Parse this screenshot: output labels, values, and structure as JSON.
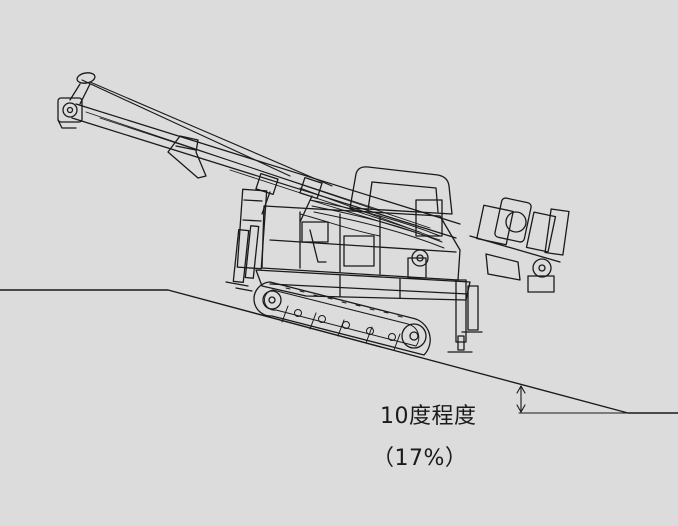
{
  "figure": {
    "subject": "crawler-drilling-rig-on-slope",
    "background_color": "#dcdcdc",
    "line_color": "#1a1a1a"
  },
  "annotation": {
    "angle_text": "10度程度",
    "grade_text": "（17%）"
  }
}
